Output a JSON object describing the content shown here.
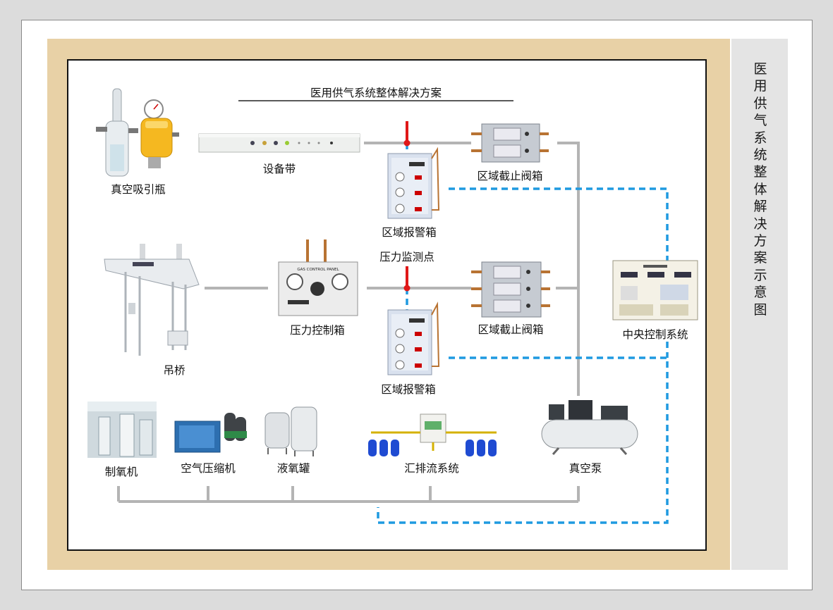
{
  "diagram": {
    "title": "医用供气系统整体解决方案",
    "side_title": "医用供气系统整体解决方案示意图",
    "labels": {
      "suction_bottle": "真空吸引瓶",
      "equipment_belt": "设备带",
      "zone_valve_box_1": "区域截止阀箱",
      "zone_alarm_box_1": "区域报警箱",
      "pressure_monitor_point": "压力监测点",
      "pendant_bridge": "吊桥",
      "pressure_control_box": "压力控制箱",
      "zone_valve_box_2": "区域截止阀箱",
      "central_control_system": "中央控制系统",
      "zone_alarm_box_2": "区域报警箱",
      "oxygen_generator": "制氧机",
      "air_compressor": "空气压缩机",
      "liquid_oxygen_tank": "液氧罐",
      "manifold_system": "汇排流系统",
      "vacuum_pump": "真空泵"
    },
    "panel_text": {
      "gas_control_panel": "GAS CONTROL PANEL"
    }
  },
  "colors": {
    "frame_beige": "#e8d1a6",
    "pipe_gray": "#b4b4b4",
    "signal_blue": "#1f9ae0",
    "monitor_red": "#e01818"
  }
}
